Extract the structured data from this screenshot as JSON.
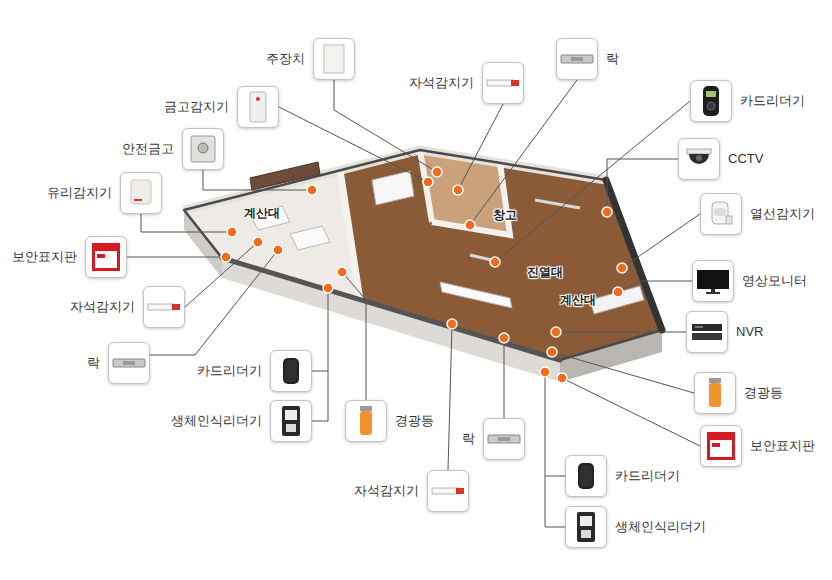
{
  "diagram": {
    "nodes": [
      {
        "text": [
          "주장치"
        ]
      },
      {
        "text": [
          "자석감지기"
        ]
      },
      {
        "text": [
          "락"
        ]
      },
      {
        "text": [
          "금고감지기"
        ]
      },
      {
        "text": [
          "카드리더기"
        ]
      },
      {
        "text": [
          "안전금고"
        ]
      },
      {
        "text": [
          "CCTV"
        ]
      },
      {
        "text": [
          "유리감지기"
        ]
      },
      {
        "text": [
          "열선감지기"
        ]
      },
      {
        "text": [
          "보안표지판"
        ]
      },
      {
        "text": [
          "영상모니터"
        ]
      },
      {
        "text": [
          "자석감지기"
        ]
      },
      {
        "text": [
          "NVR"
        ]
      },
      {
        "text": [
          "락"
        ]
      },
      {
        "text": [
          "카드리더기"
        ]
      },
      {
        "text": [
          "경광등"
        ]
      },
      {
        "text": [
          "생체인식리더기"
        ]
      },
      {
        "text": [
          "경광등"
        ]
      },
      {
        "text": [
          "보안표지판"
        ]
      },
      {
        "text": [
          "락"
        ]
      },
      {
        "text": [
          "자석감지기"
        ]
      },
      {
        "text": [
          "카드리더기"
        ]
      },
      {
        "text": [
          "생체인식리더기"
        ]
      }
    ],
    "labels": [
      "계산대",
      "창고",
      "진열대",
      "계산대"
    ]
  }
}
